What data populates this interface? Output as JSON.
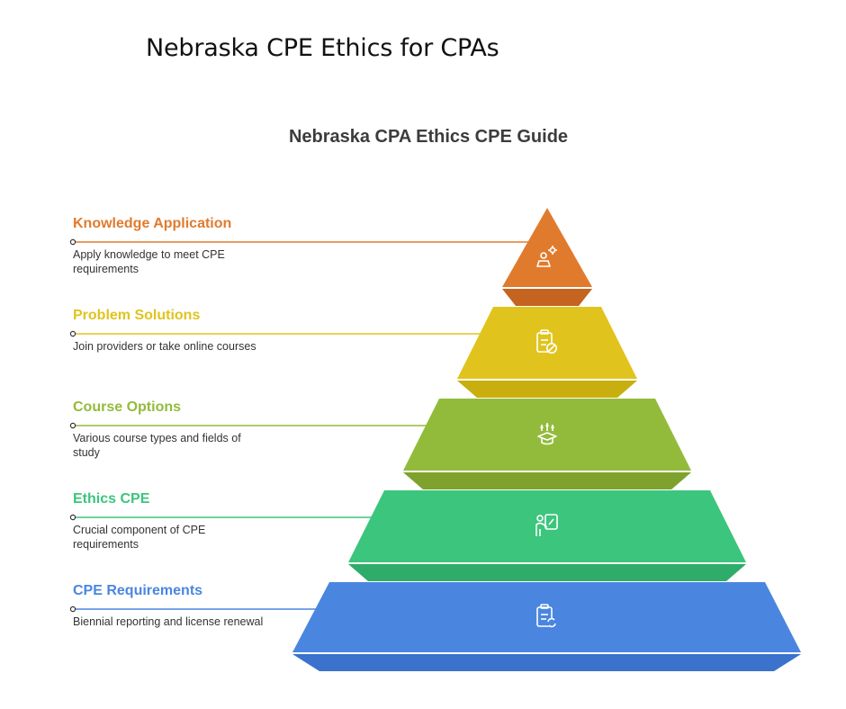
{
  "page_title": "Nebraska CPE Ethics for CPAs",
  "diagram": {
    "title": "Nebraska CPA Ethics CPE Guide",
    "levels": [
      {
        "title": "Knowledge Application",
        "description": "Apply knowledge to meet CPE requirements",
        "color": "#e07b2e",
        "dark_color": "#c56321",
        "icon": "person-gear-icon"
      },
      {
        "title": "Problem Solutions",
        "description": "Join providers or take online courses",
        "color": "#e0c41d",
        "dark_color": "#c9ae10",
        "icon": "clipboard-block-icon"
      },
      {
        "title": "Course Options",
        "description": "Various course types and fields of study",
        "color": "#93bb3b",
        "dark_color": "#7ea22d",
        "icon": "graduation-cap-options-icon"
      },
      {
        "title": "Ethics CPE",
        "description": "Crucial component of CPE requirements",
        "color": "#3cc57c",
        "dark_color": "#2fac69",
        "icon": "person-board-icon"
      },
      {
        "title": "CPE Requirements",
        "description": "Biennial reporting and license renewal",
        "color": "#4a86e0",
        "dark_color": "#3a72cc",
        "icon": "clipboard-renew-icon"
      }
    ]
  }
}
